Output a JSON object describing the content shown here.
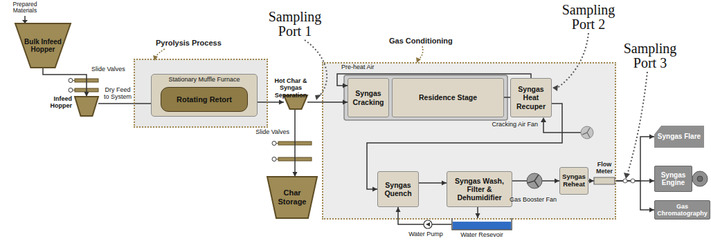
{
  "diagram": {
    "nodes": [
      {
        "text": [
          "Bulk Infeed Hopper"
        ]
      },
      {
        "text": [
          "Infeed Hopper"
        ]
      },
      {
        "text": [
          "Pyrolysis Process"
        ]
      },
      {
        "text": [
          "Stationary Muffle Furnace"
        ],
        "in": 2
      },
      {
        "text": [
          "Rotating Retort"
        ],
        "in": 3
      },
      {
        "text": [
          "Hot Char & Syngas Separation"
        ]
      },
      {
        "text": [
          "Char Storage"
        ]
      },
      {
        "text": [
          "Gas Conditioning"
        ]
      },
      {
        "text": [
          "Syngas Cracking"
        ],
        "in": 7
      },
      {
        "text": [
          "Residence Stage"
        ],
        "in": 7
      },
      {
        "text": [
          "Syngas Heat Recuper"
        ],
        "in": 7
      },
      {
        "text": [
          "Syngas Quench"
        ],
        "in": 7
      },
      {
        "text": [
          "Syngas Wash, Filter & Dehumidifier"
        ],
        "in": 7
      },
      {
        "text": [
          "Syngas Reheat"
        ],
        "in": 7
      },
      {
        "text": [
          "Flow Meter"
        ],
        "in": 7
      },
      {
        "text": [
          "Water Resevoir"
        ]
      },
      {
        "text": [
          "Syngas Flare"
        ]
      },
      {
        "text": [
          "Syngas Engine"
        ]
      },
      {
        "text": [
          "Gas Chromatography"
        ]
      }
    ],
    "edges": [
      {
        "from": 0,
        "to": 1,
        "arrow": "to"
      },
      {
        "from": 1,
        "to": 4,
        "arrow": "to",
        "label": "Dry Feed to System"
      },
      {
        "from": 4,
        "to": 5,
        "arrow": "to"
      },
      {
        "from": 5,
        "to": 8,
        "arrow": "to"
      },
      {
        "from": 5,
        "to": 6,
        "arrow": "to"
      },
      {
        "from": 9,
        "to": 10,
        "arrow": "none"
      },
      {
        "from": 10,
        "to": 8,
        "arrow": "to",
        "label": "Pre-heat Air"
      },
      {
        "from": 10,
        "to": 11,
        "arrow": "to"
      },
      {
        "from": 11,
        "to": 12,
        "arrow": "to"
      },
      {
        "from": 12,
        "to": 15,
        "arrow": "to"
      },
      {
        "from": 15,
        "to": 11,
        "arrow": "to"
      },
      {
        "from": 12,
        "to": 13,
        "arrow": "to"
      },
      {
        "from": 13,
        "to": 14,
        "arrow": "to"
      },
      {
        "from": 14,
        "to": 16,
        "arrow": "to"
      },
      {
        "from": 14,
        "to": 17,
        "arrow": "to"
      },
      {
        "from": 14,
        "to": 18,
        "arrow": "to"
      }
    ],
    "labels": [
      "Prepared Materials",
      "Slide Valves",
      "Sampling Port 1",
      "Slide Valves",
      "Sampling Port 2",
      "Cracking Air Fan",
      "Sampling Port 3",
      "Gas Booster Fan",
      "Water Pump"
    ]
  }
}
